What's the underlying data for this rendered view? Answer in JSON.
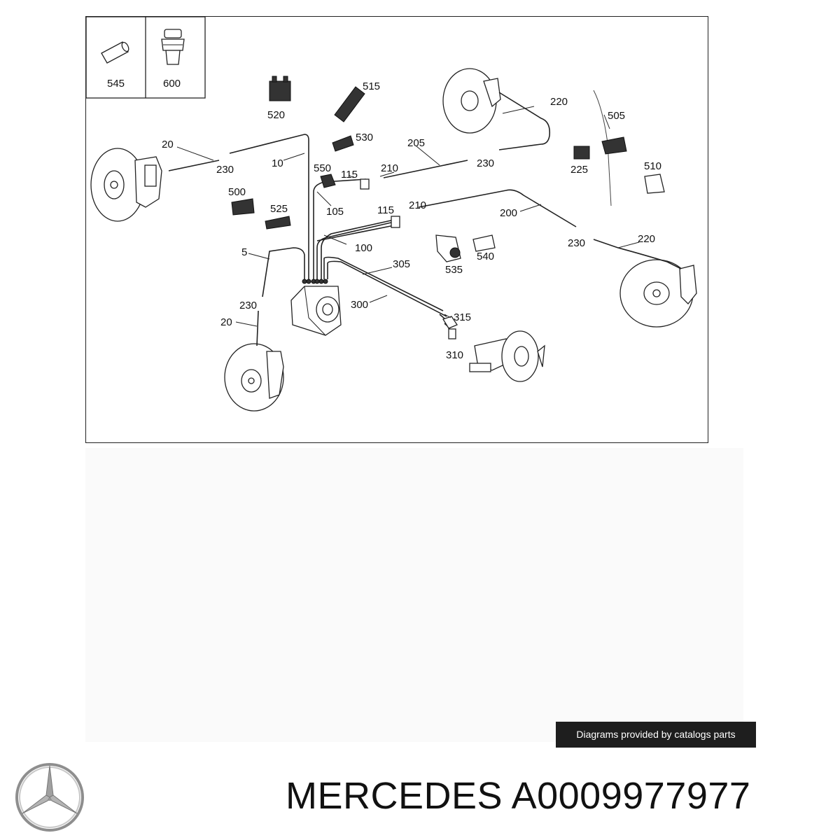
{
  "diagram": {
    "callouts": {
      "c545": "545",
      "c600": "600",
      "c520": "520",
      "c515": "515",
      "c220a": "220",
      "c505": "505",
      "c20a": "20",
      "c230a": "230",
      "c10": "10",
      "c530": "530",
      "c205": "205",
      "c230b": "230",
      "c225": "225",
      "c550": "550",
      "c115a": "115",
      "c210a": "210",
      "c510": "510",
      "c500": "500",
      "c525": "525",
      "c105": "105",
      "c115b": "115",
      "c210b": "210",
      "c200": "200",
      "c5": "5",
      "c100": "100",
      "c230c": "230",
      "c220b": "220",
      "c535": "535",
      "c540": "540",
      "c305": "305",
      "c230d": "230",
      "c300": "300",
      "c20b": "20",
      "c315": "315",
      "c310": "310"
    }
  },
  "badge": {
    "text": "Diagrams provided by catalogs parts"
  },
  "footer": {
    "brand": "MERCEDES",
    "part_number": "A0009977977"
  },
  "colors": {
    "badge_bg": "#1e1e1e",
    "ink": "#111111"
  }
}
